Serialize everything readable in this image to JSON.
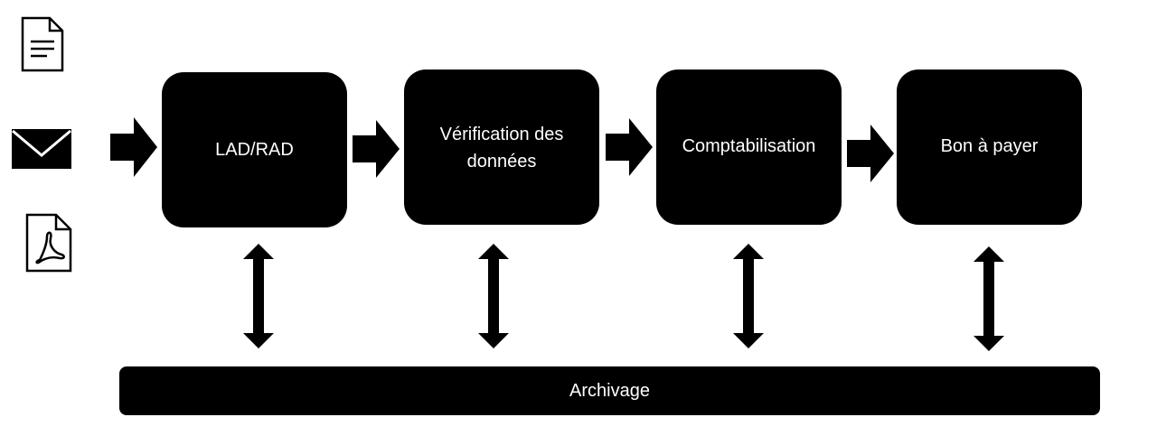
{
  "input_icons": [
    {
      "icon": "document-icon"
    },
    {
      "icon": "envelope-icon"
    },
    {
      "icon": "pdf-icon"
    }
  ],
  "steps": [
    {
      "label": "LAD/RAD"
    },
    {
      "label": "Vérification des données"
    },
    {
      "label": "Comptabilisation"
    },
    {
      "label": "Bon à payer"
    }
  ],
  "archive": {
    "label": "Archivage"
  },
  "colors": {
    "box": "#000000",
    "text": "#ffffff",
    "background": "#ffffff"
  }
}
